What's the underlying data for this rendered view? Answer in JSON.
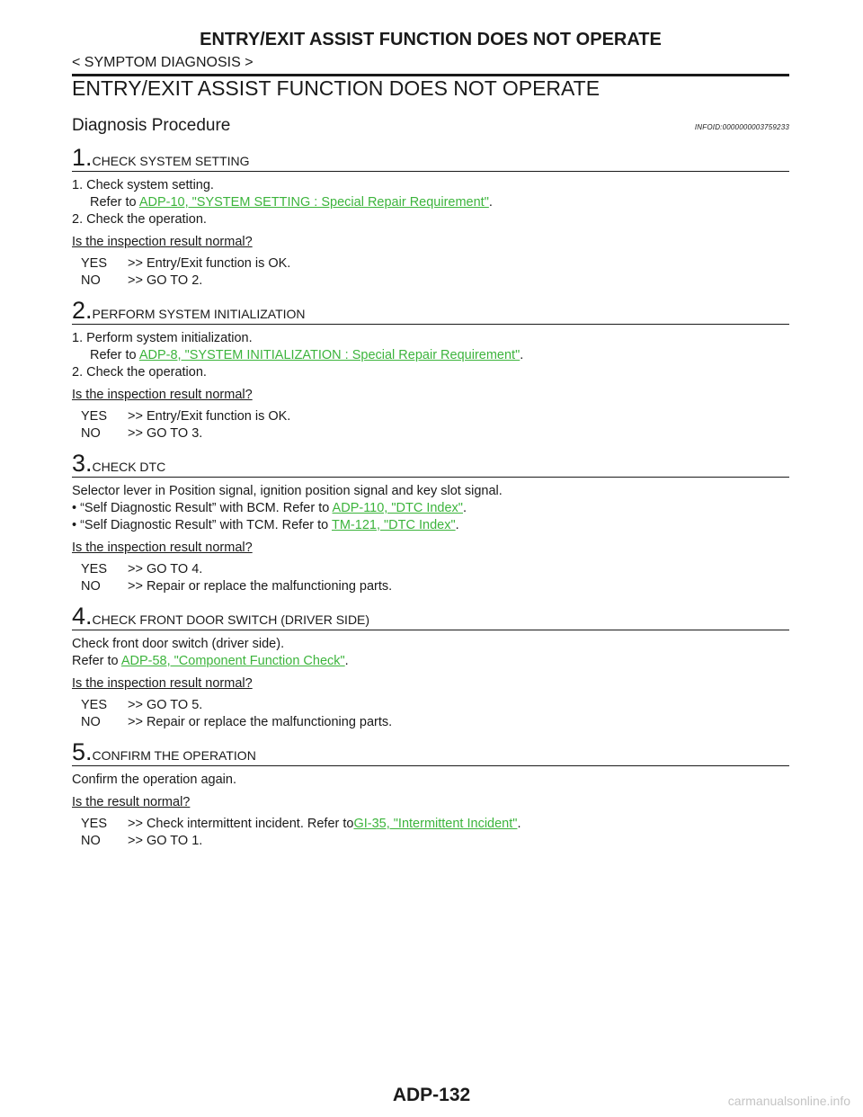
{
  "header": {
    "title": "ENTRY/EXIT ASSIST FUNCTION DOES NOT OPERATE",
    "section": "< SYMPTOM DIAGNOSIS >"
  },
  "main": {
    "title": "ENTRY/EXIT ASSIST FUNCTION DOES NOT OPERATE",
    "procedure_title": "Diagnosis Procedure",
    "infoid": "INFOID:0000000003759233"
  },
  "steps": [
    {
      "num": "1.",
      "title": "CHECK SYSTEM SETTING",
      "l1": "1. Check system setting.",
      "l2a": "Refer to ",
      "l2link": "ADP-10, \"SYSTEM SETTING : Special Repair Requirement\"",
      "l2b": ".",
      "l3": "2. Check the operation.",
      "question": "Is the inspection result normal?",
      "yes_key": "YES",
      "yes": ">> Entry/Exit function is OK.",
      "no_key": "NO",
      "no": ">> GO TO 2."
    },
    {
      "num": "2.",
      "title": "PERFORM SYSTEM INITIALIZATION",
      "l1": "1. Perform system initialization.",
      "l2a": "Refer to ",
      "l2link": "ADP-8, \"SYSTEM INITIALIZATION : Special Repair Requirement\"",
      "l2b": ".",
      "l3": "2. Check the operation.",
      "question": "Is the inspection result normal?",
      "yes_key": "YES",
      "yes": ">> Entry/Exit function is OK.",
      "no_key": "NO",
      "no": ">> GO TO 3."
    },
    {
      "num": "3.",
      "title": "CHECK DTC",
      "l1": "Selector lever in Position signal, ignition position signal and key slot signal.",
      "l2a": "• “Self Diagnostic Result” with BCM. Refer to ",
      "l2link": "ADP-110, \"DTC  Index\"",
      "l2b": ".",
      "l3a": "• “Self Diagnostic Result” with TCM. Refer to ",
      "l3link": "TM-121, \"DTC Index\"",
      "l3b": ".",
      "question": "Is the inspection result normal?",
      "yes_key": "YES",
      "yes": ">> GO TO 4.",
      "no_key": "NO",
      "no": ">> Repair or replace the malfunctioning parts."
    },
    {
      "num": "4.",
      "title": "CHECK FRONT DOOR SWITCH (DRIVER SIDE)",
      "l1": "Check front door switch (driver side).",
      "l2a": "Refer to ",
      "l2link": "ADP-58, \"Component Function Check\"",
      "l2b": ".",
      "question": "Is the inspection result normal?",
      "yes_key": "YES",
      "yes": ">> GO TO 5.",
      "no_key": "NO",
      "no": ">> Repair or replace the malfunctioning parts."
    },
    {
      "num": "5.",
      "title": "CONFIRM THE OPERATION",
      "l1": "Confirm the operation again.",
      "question": "Is the result normal?",
      "yes_key": "YES",
      "yes": ">> Check intermittent incident. Refer to ",
      "yes_link": "GI-35, \"Intermittent Incident\"",
      "yes_tail": ".",
      "no_key": "NO",
      "no": ">> GO TO 1."
    }
  ],
  "footer": {
    "page_number": "ADP-132",
    "watermark": "carmanualsonline.info"
  },
  "colors": {
    "link": "#3cb43c",
    "text": "#1a1a1a",
    "watermark": "#c4c4c4"
  }
}
